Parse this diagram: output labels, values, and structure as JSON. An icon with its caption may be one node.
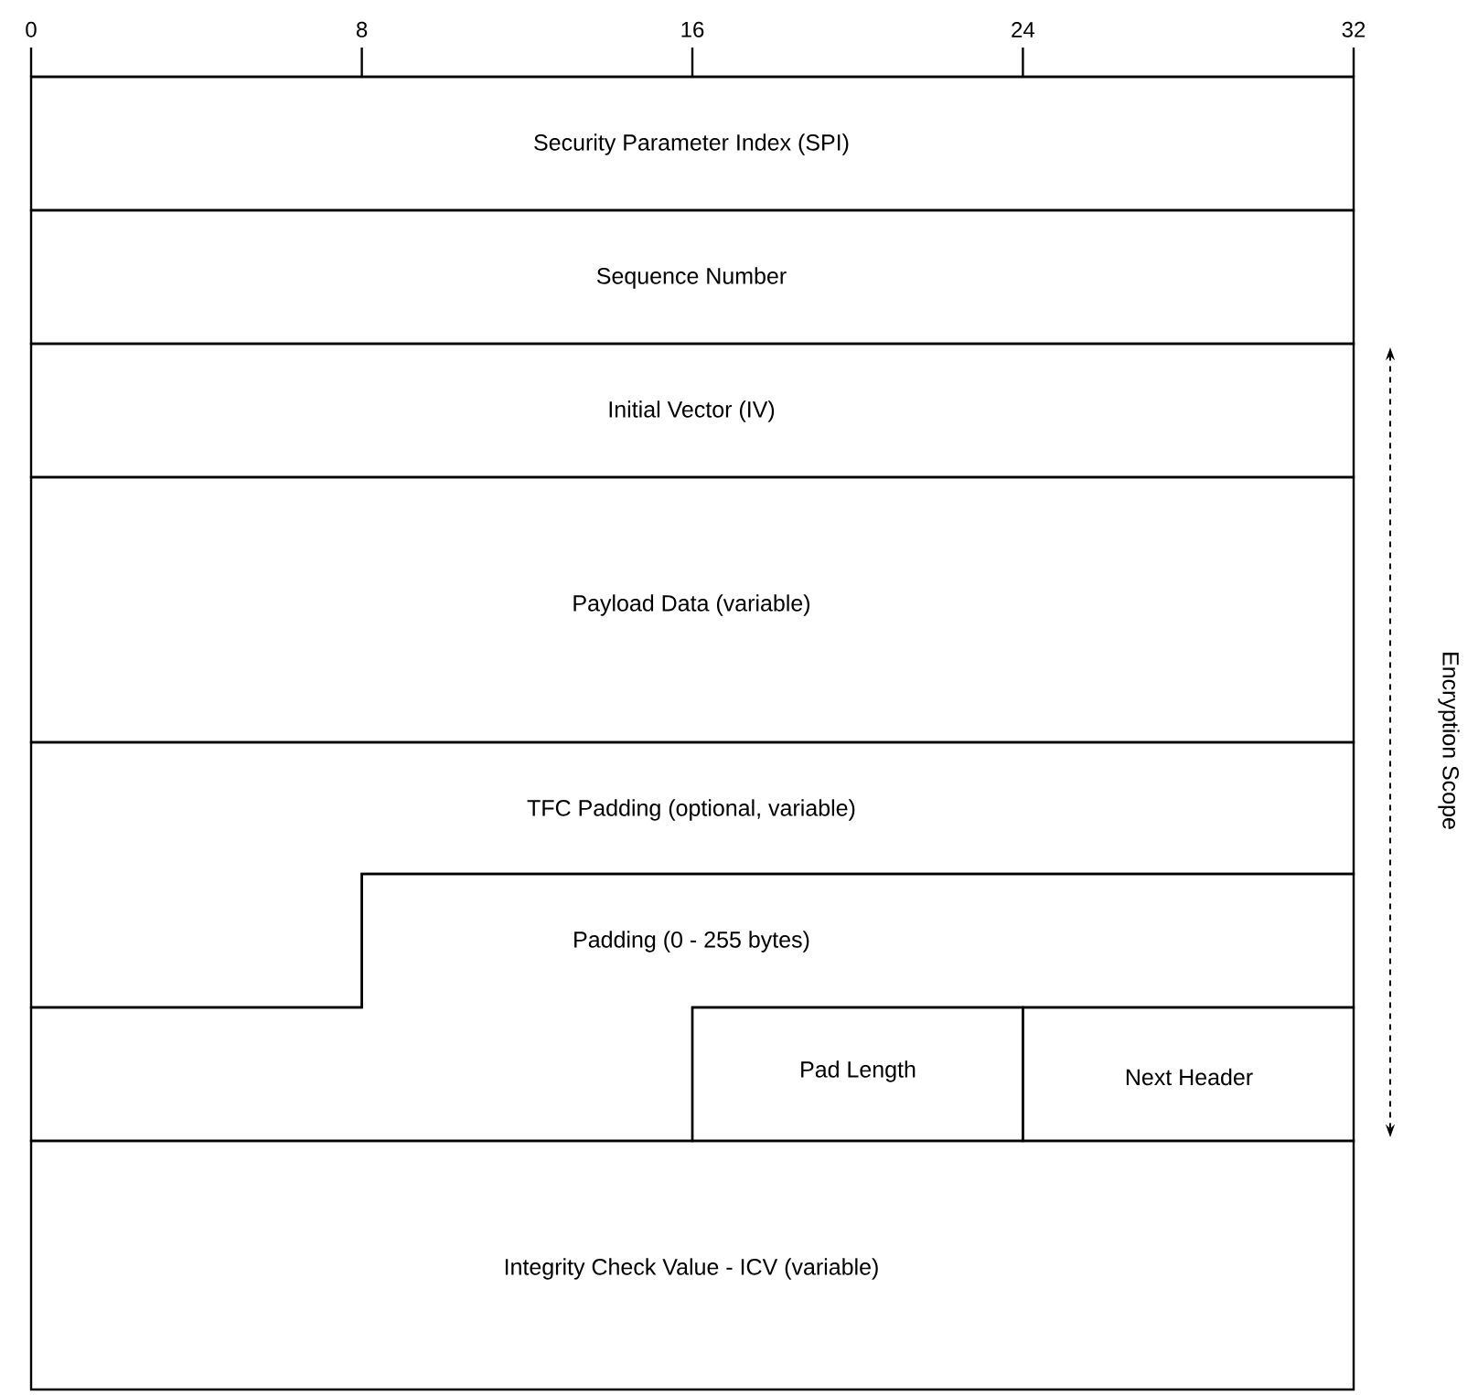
{
  "diagram": {
    "nodes": [
      {
        "text": [
          "Security Parameter Index (SPI)"
        ]
      },
      {
        "text": [
          "Sequence Number"
        ]
      },
      {
        "text": [
          "Initial Vector (IV)"
        ]
      },
      {
        "text": [
          "Payload Data (variable)"
        ]
      },
      {
        "text": [
          "TFC Padding (optional, variable)"
        ]
      },
      {
        "text": [
          "Padding (0 - 255 bytes)"
        ]
      },
      {
        "text": [
          "Pad Length"
        ]
      },
      {
        "text": [
          "Next Header"
        ]
      },
      {
        "text": [
          "Integrity Check Value - ICV (variable)"
        ]
      }
    ],
    "edges": [],
    "labels": [
      "0",
      "8",
      "16",
      "24",
      "32",
      "Encryption Scope"
    ]
  }
}
